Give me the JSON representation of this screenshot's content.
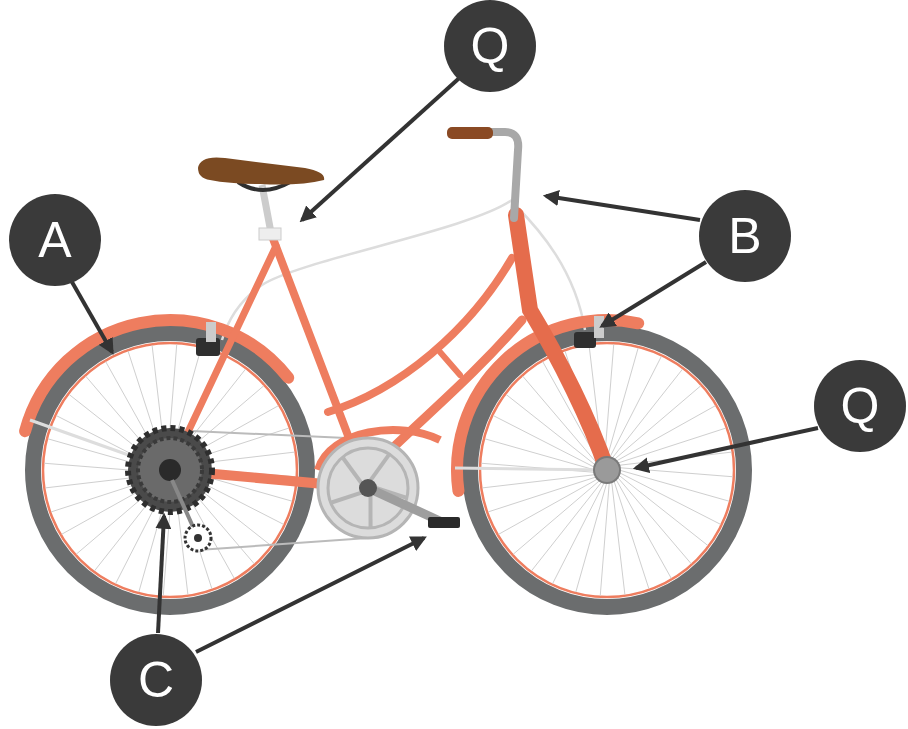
{
  "diagram": {
    "nodes": [
      {
        "text": [
          "Q"
        ]
      },
      {
        "text": [
          "A"
        ]
      },
      {
        "text": [
          "B"
        ]
      },
      {
        "text": [
          "Q"
        ]
      },
      {
        "text": [
          "C"
        ]
      }
    ]
  }
}
